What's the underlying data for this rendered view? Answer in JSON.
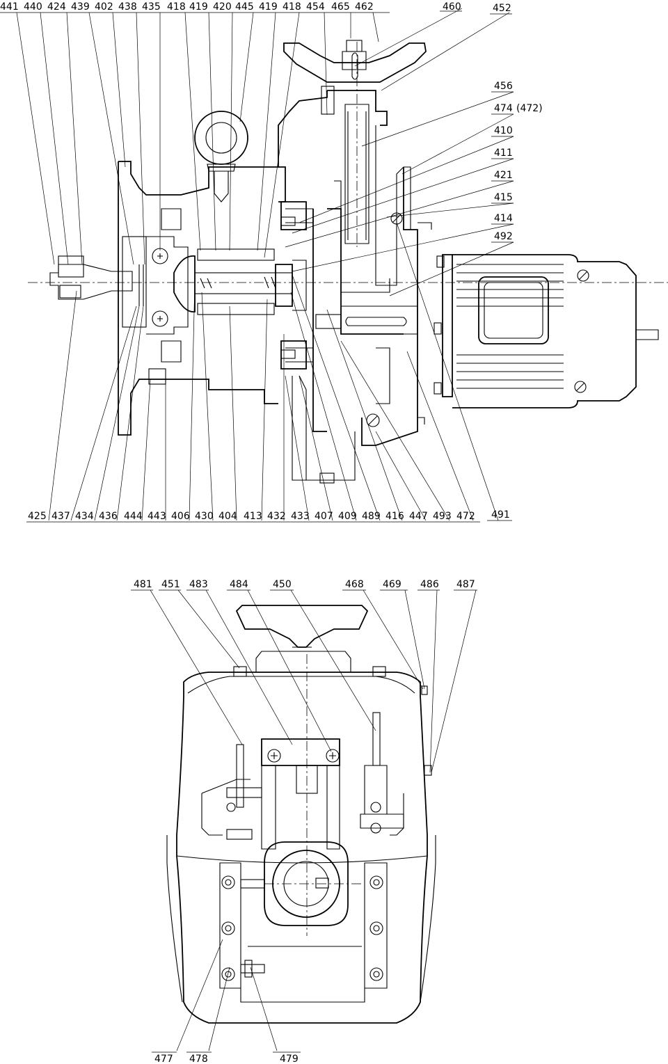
{
  "top_view": {
    "labels_top": [
      "441",
      "440",
      "424",
      "439",
      "402",
      "438",
      "435",
      "418",
      "419",
      "420",
      "445",
      "419",
      "418",
      "454",
      "465",
      "462",
      "460",
      "452"
    ],
    "labels_right": [
      "456",
      "474",
      "(472)",
      "410",
      "411",
      "421",
      "415",
      "414",
      "492"
    ],
    "labels_bottom": [
      "425",
      "437",
      "434",
      "436",
      "444",
      "443",
      "406",
      "430",
      "404",
      "413",
      "432",
      "433",
      "407",
      "409",
      "489",
      "416",
      "447",
      "493",
      "472",
      "491"
    ]
  },
  "bottom_view": {
    "labels_top": [
      "481",
      "451",
      "483",
      "484",
      "450",
      "468",
      "469",
      "486",
      "487"
    ],
    "labels_bottom": [
      "477",
      "478",
      "479"
    ]
  }
}
